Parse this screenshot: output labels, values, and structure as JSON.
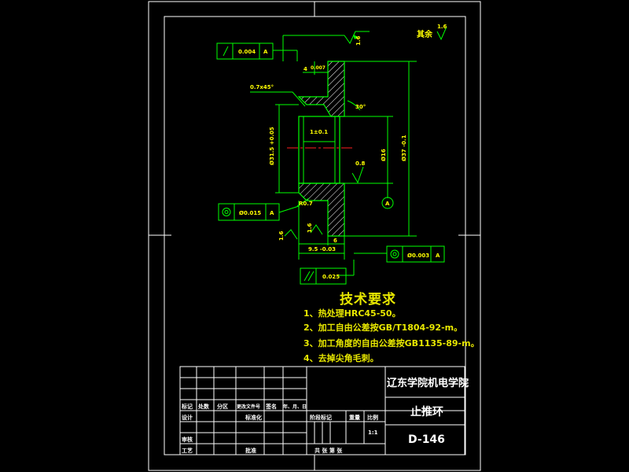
{
  "colors": {
    "background": "#000000",
    "frame": "#ffffff",
    "geometry": "#00ff00",
    "annotation": "#ffff00",
    "hatch": "#ffffff",
    "centerline": "#ff0000",
    "title": "#ffffff"
  },
  "drawing": {
    "roughness_rest": "其余",
    "roughness_rest_value": "1.6",
    "roughness_top": "1.6",
    "roughness_left": "1.6",
    "roughness_bore": "0.8",
    "roughness_bottom": "1.6",
    "runout_top_value": "0.004",
    "runout_top_ref": "A",
    "dim_small_top": "0.007",
    "dim_small_top_prefix": "4",
    "chamfer": "0.7x45°",
    "angle": "30°",
    "dim_bore_width": "1±0.1",
    "dim_left_dia": "Ø31.5 +0.05",
    "dim_bore_dia": "Ø16",
    "dim_outer_dia": "Ø37 -0.1",
    "dim_r07": "R0.7",
    "conc_left_value": "Ø0.015",
    "conc_left_ref": "A",
    "dim_width_total": "6",
    "dim_width_step": "9.5 -0.03",
    "conc_right_value": "Ø0.003",
    "conc_right_ref": "A",
    "parallel_value": "0.025",
    "datum_label": "A"
  },
  "tech": {
    "title": "技术要求",
    "items": [
      "1、热处理HRC45-50。",
      "2、加工自由公差按GB/T1804-92-m。",
      "3、加工角度的自由公差按GB1135-89-m。",
      "4、去掉尖角毛刺。"
    ]
  },
  "title_block": {
    "school": "辽东学院机电学院",
    "part_name": "止推环",
    "drawing_no": "D-146",
    "scale": "1:1",
    "row_headers": [
      "标记",
      "处数",
      "分区",
      "更改文件号",
      "签名",
      "年、月、日"
    ],
    "design": "设计",
    "standardization": "标准化",
    "review": "审核",
    "process": "工艺",
    "approve": "批准",
    "stage_mark": "阶段标记",
    "weight": "重量",
    "ratio": "比例",
    "sheets": "共  张  第  张"
  }
}
